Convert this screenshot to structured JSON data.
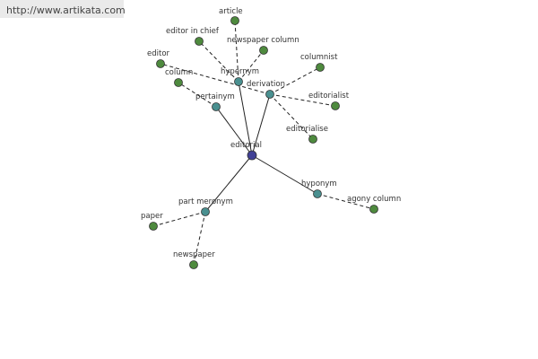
{
  "site": {
    "url": "http://www.artikata.com"
  },
  "colors": {
    "center": "#414196",
    "relation": "#4a9090",
    "term": "#4e8a3e"
  },
  "nodes": [
    {
      "id": "editorial",
      "label": "editorial",
      "kind": "center"
    },
    {
      "id": "hypernym",
      "label": "hypernym",
      "kind": "relation"
    },
    {
      "id": "derivation",
      "label": "derivation",
      "kind": "relation"
    },
    {
      "id": "pertainym",
      "label": "pertainym",
      "kind": "relation"
    },
    {
      "id": "hyponym",
      "label": "hyponym",
      "kind": "relation"
    },
    {
      "id": "part-meronym",
      "label": "part meronym",
      "kind": "relation"
    },
    {
      "id": "article",
      "label": "article",
      "kind": "term"
    },
    {
      "id": "editor-in-chief",
      "label": "editor in chief",
      "kind": "term"
    },
    {
      "id": "newspaper-column",
      "label": "newspaper column",
      "kind": "term"
    },
    {
      "id": "editor",
      "label": "editor",
      "kind": "term"
    },
    {
      "id": "column",
      "label": "column",
      "kind": "term"
    },
    {
      "id": "columnist",
      "label": "columnist",
      "kind": "term"
    },
    {
      "id": "editorialist",
      "label": "editorialist",
      "kind": "term"
    },
    {
      "id": "editorialise",
      "label": "editorialise",
      "kind": "term"
    },
    {
      "id": "agony-column",
      "label": "agony column",
      "kind": "term"
    },
    {
      "id": "paper",
      "label": "paper",
      "kind": "term"
    },
    {
      "id": "newspaper",
      "label": "newspaper",
      "kind": "term"
    }
  ],
  "edges": [
    {
      "from": "editorial",
      "to": "hypernym",
      "style": "solid"
    },
    {
      "from": "editorial",
      "to": "derivation",
      "style": "solid"
    },
    {
      "from": "editorial",
      "to": "pertainym",
      "style": "solid"
    },
    {
      "from": "editorial",
      "to": "hyponym",
      "style": "solid"
    },
    {
      "from": "editorial",
      "to": "part-meronym",
      "style": "solid"
    },
    {
      "from": "hypernym",
      "to": "article",
      "style": "dashed"
    },
    {
      "from": "hypernym",
      "to": "editor-in-chief",
      "style": "dashed"
    },
    {
      "from": "hypernym",
      "to": "newspaper-column",
      "style": "dashed"
    },
    {
      "from": "derivation",
      "to": "editor",
      "style": "dashed"
    },
    {
      "from": "derivation",
      "to": "columnist",
      "style": "dashed"
    },
    {
      "from": "derivation",
      "to": "editorialist",
      "style": "dashed"
    },
    {
      "from": "derivation",
      "to": "editorialise",
      "style": "dashed"
    },
    {
      "from": "pertainym",
      "to": "column",
      "style": "dashed"
    },
    {
      "from": "hyponym",
      "to": "agony-column",
      "style": "dashed"
    },
    {
      "from": "part-meronym",
      "to": "paper",
      "style": "dashed"
    },
    {
      "from": "part-meronym",
      "to": "newspaper",
      "style": "dashed"
    }
  ]
}
